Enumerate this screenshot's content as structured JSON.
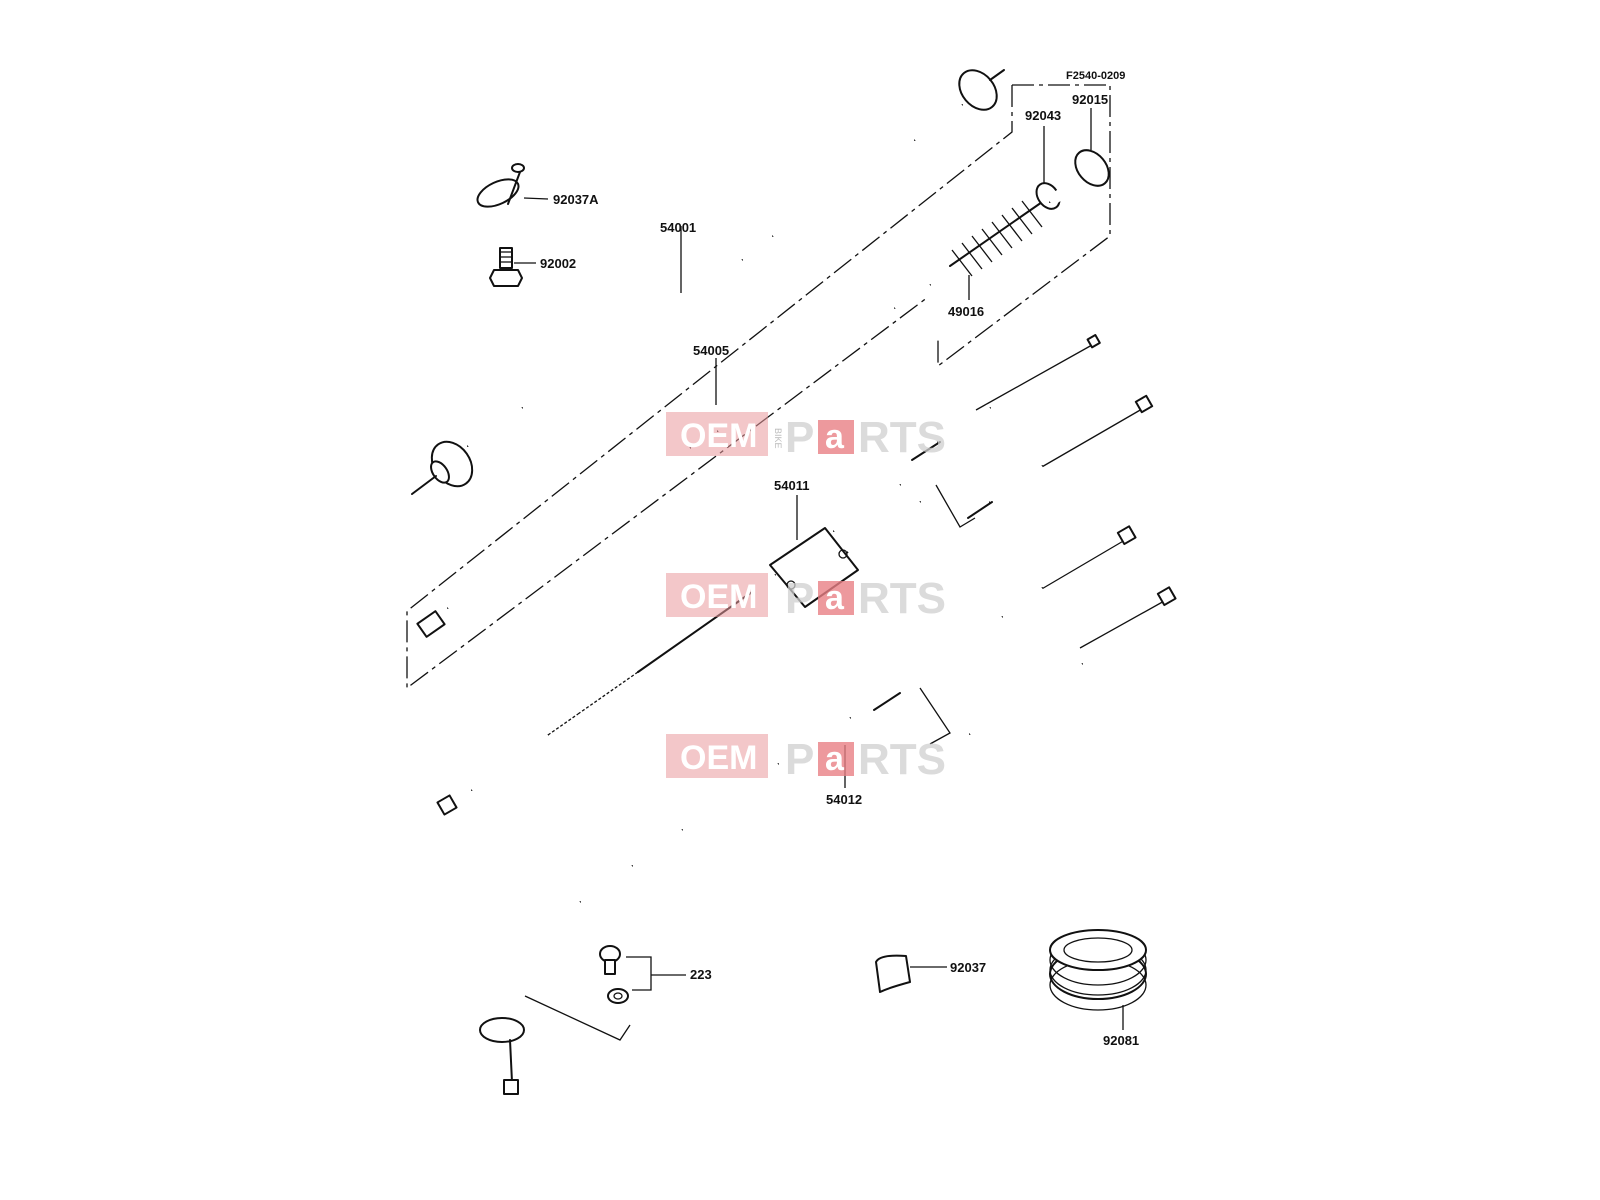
{
  "diagram_code": "F2540-0209",
  "labels": {
    "p92037A": "92037A",
    "p92002": "92002",
    "p54001": "54001",
    "p54005": "54005",
    "p92043": "92043",
    "p92015": "92015",
    "p49016": "49016",
    "p54011": "54011",
    "p54012": "54012",
    "p223": "223",
    "p92037": "92037",
    "p92081": "92081"
  },
  "watermark": {
    "oem": "OEM",
    "bike": "BIKE",
    "parts_p": "P",
    "parts_a": "a",
    "parts_rts": "RTS"
  }
}
